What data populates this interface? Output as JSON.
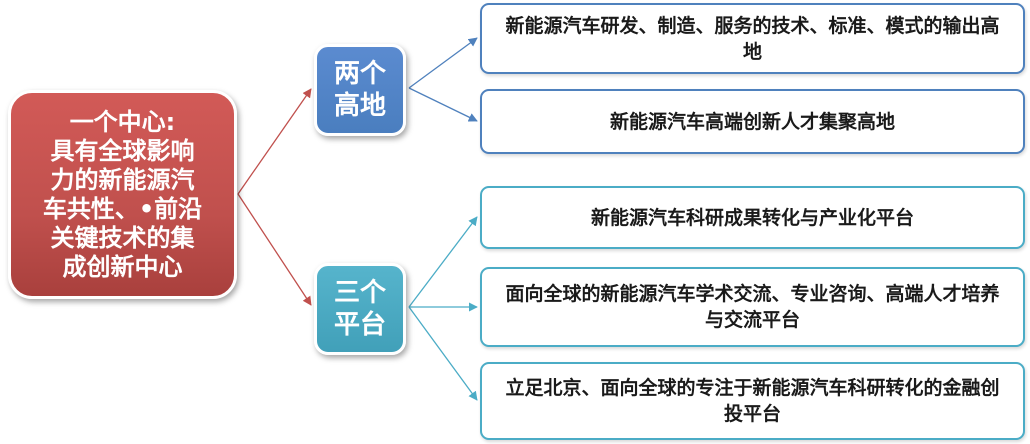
{
  "center": {
    "text": "一个中心:\n具有全球影响\n力的新能源汽\n车共性、•前沿\n关键技术的集\n成创新中心"
  },
  "hubs": {
    "highlands": "两个\n高地",
    "platforms": "三个\n平台"
  },
  "highlands": [
    "新能源汽车研发、制造、服务的技术、标准、模式的输出高地",
    "新能源汽车高端创新人才集聚高地"
  ],
  "platforms": [
    "新能源汽车科研成果转化与产业化平台",
    "面向全球的新能源汽车学术交流、专业咨询、高端人才培养与交流平台",
    "立足北京、面向全球的专注于新能源汽车科研转化的金融创投平台"
  ],
  "colors": {
    "center_red": "#c0504d",
    "hub_blue": "#4f81bd",
    "hub_teal": "#4bacc6",
    "line_red": "#c0504d",
    "line_blue": "#4f81bd",
    "line_teal": "#4bacc6"
  }
}
